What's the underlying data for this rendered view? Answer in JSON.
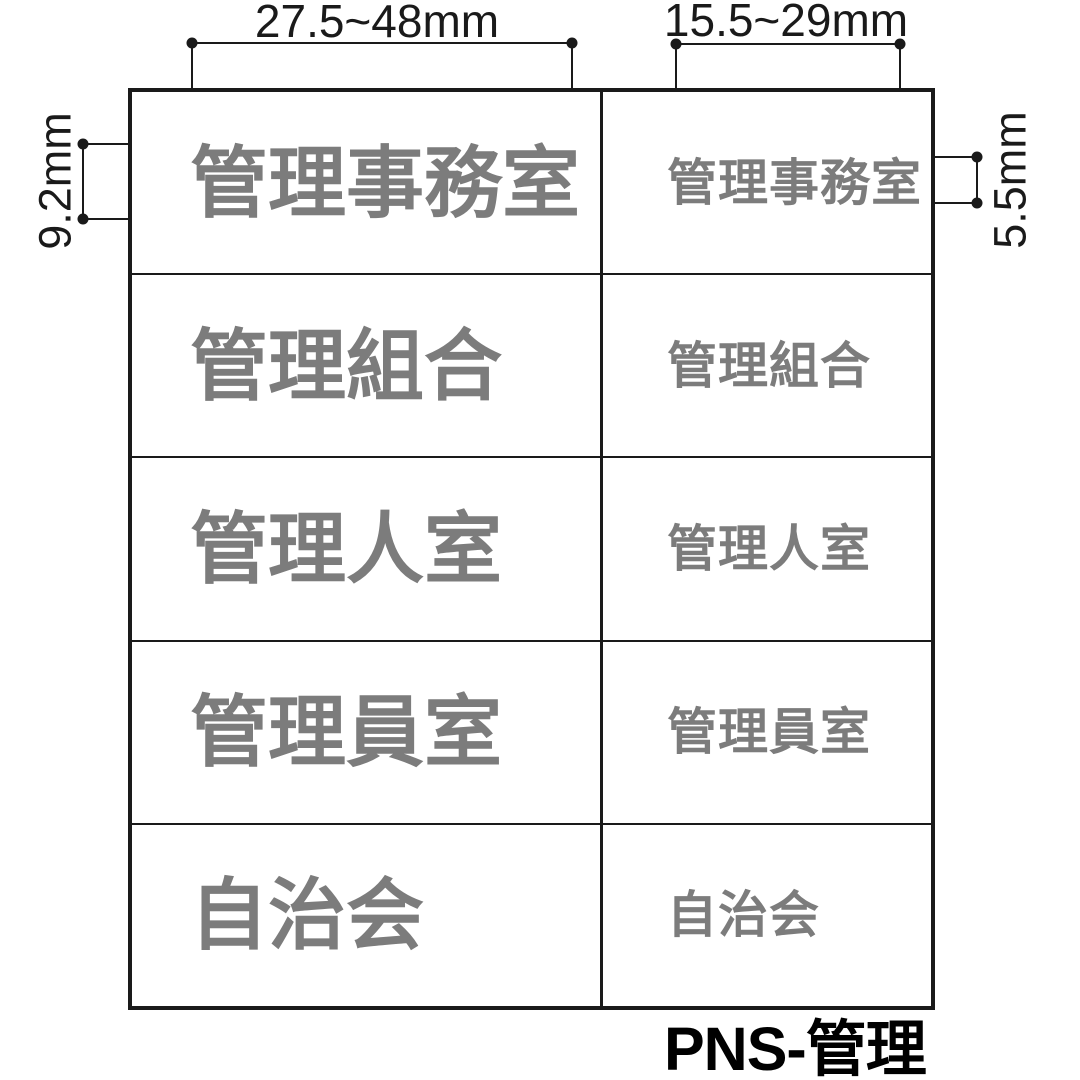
{
  "dimensions": {
    "large_text_width": "27.5~48mm",
    "small_text_width": "15.5~29mm",
    "large_text_height": "9.2mm",
    "small_text_height": "5.5mm"
  },
  "table": {
    "rows": [
      {
        "large": "管理事務室",
        "small": "管理事務室"
      },
      {
        "large": "管理組合",
        "small": "管理組合"
      },
      {
        "large": "管理人室",
        "small": "管理人室"
      },
      {
        "large": "管理員室",
        "small": "管理員室"
      },
      {
        "large": "自治会",
        "small": "自治会"
      }
    ]
  },
  "product_code": "PNS-管理",
  "colors": {
    "text_gray": "#7c7c7c",
    "line_black": "#1a1a1a",
    "background": "#ffffff"
  }
}
